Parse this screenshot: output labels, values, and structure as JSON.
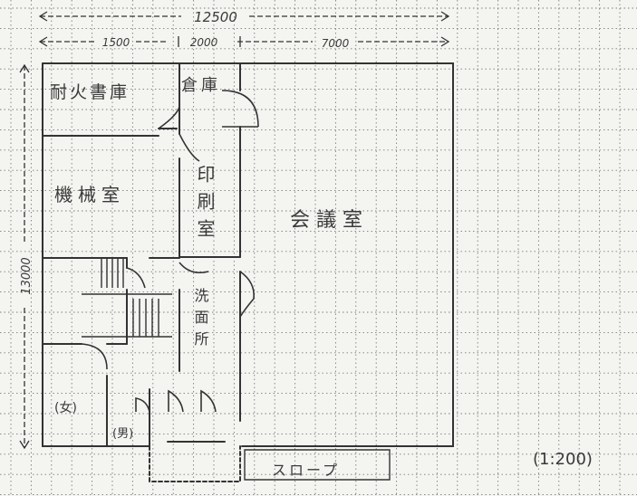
{
  "dimensions": {
    "total_width": "12500",
    "segment_1": "1500",
    "segment_2": "2000",
    "segment_3": "7000",
    "height": "13000"
  },
  "rooms": {
    "fireproof_archive": "耐火書庫",
    "storage": "倉庫",
    "machine_room": "機械室",
    "print_room": "印刷室",
    "conference_room": "会議室",
    "toilet_female": "(女)",
    "toilet_male": "(男)",
    "washroom": "洗面所"
  },
  "labels": {
    "slope": "スロープ",
    "scale": "(1:200)"
  },
  "colors": {
    "ink": "#3a3a3a",
    "grid": "#555555",
    "paper": "#f4f4f1"
  }
}
